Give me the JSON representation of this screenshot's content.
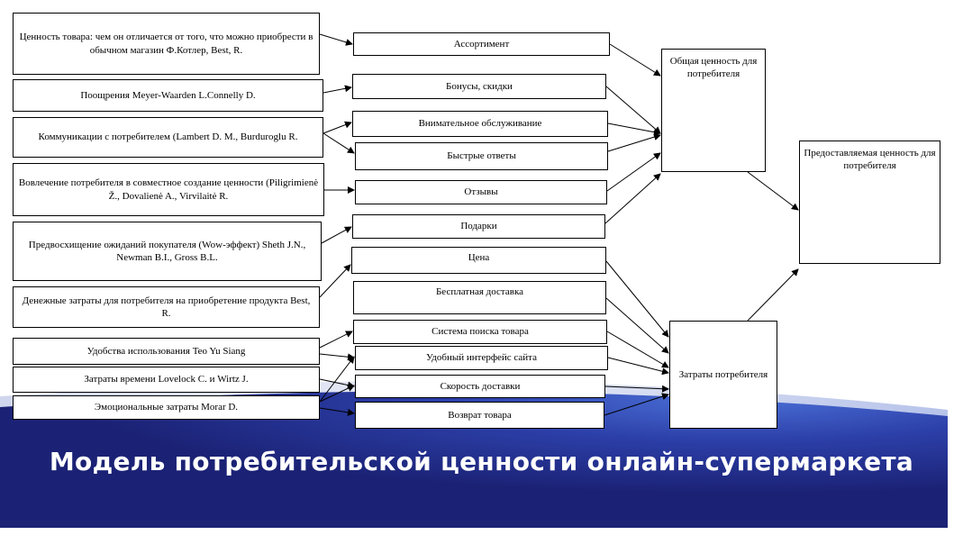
{
  "sources": [
    {
      "id": "s1",
      "text": "Ценность товара: чем он отличается от того, что можно приобрести в обычном магазин Ф.Котлер, Best, R."
    },
    {
      "id": "s2",
      "text": "Поощрения Meyer-Waarden L.Connelly D."
    },
    {
      "id": "s3",
      "text": "Коммуникации с потребителем (Lambert D. M., Burduroglu R."
    },
    {
      "id": "s4",
      "text": "Вовлечение потребителя в совместное создание ценности (Piligrimienė Ž., Dovalienė A., Virvilaitė R."
    },
    {
      "id": "s5",
      "text": "Предвосхищение ожиданий покупателя (Wow-эффект) Sheth J.N., Newman B.I., Gross B.L."
    },
    {
      "id": "s6",
      "text": "Денежные затраты для потребителя на приобретение продукта Best, R."
    },
    {
      "id": "s7",
      "text": "Удобства использования Teo Yu Siang"
    },
    {
      "id": "s8",
      "text": "Затраты времени Lovelock C. и Wirtz J."
    },
    {
      "id": "s9",
      "text": "Эмоциональные затраты Morar D."
    }
  ],
  "factors": [
    {
      "id": "f1",
      "text": "Ассортимент"
    },
    {
      "id": "f2",
      "text": "Бонусы, скидки"
    },
    {
      "id": "f3",
      "text": "Внимательное обслуживание"
    },
    {
      "id": "f4",
      "text": "Быстрые ответы"
    },
    {
      "id": "f5",
      "text": "Отзывы"
    },
    {
      "id": "f6",
      "text": "Подарки"
    },
    {
      "id": "f7",
      "text": "Цена"
    },
    {
      "id": "f8",
      "text": "Бесплатная доставка"
    },
    {
      "id": "f9",
      "text": "Система поиска товара"
    },
    {
      "id": "f10",
      "text": "Удобный интерфейс сайта"
    },
    {
      "id": "f11",
      "text": "Скорость доставки"
    },
    {
      "id": "f12",
      "text": "Возврат товара"
    }
  ],
  "aggregates": {
    "total_value": "Общая ценность для потребителя",
    "costs": "Затраты потребителя"
  },
  "result": "Предоставляемая ценность для потребителя",
  "edges": [
    [
      "s1",
      "f1"
    ],
    [
      "s2",
      "f2"
    ],
    [
      "s3",
      "f3"
    ],
    [
      "s3",
      "f4"
    ],
    [
      "s4",
      "f5"
    ],
    [
      "s5",
      "f6"
    ],
    [
      "s6",
      "f7"
    ],
    [
      "s7",
      "f9"
    ],
    [
      "s7",
      "f10"
    ],
    [
      "s8",
      "f11"
    ],
    [
      "s9",
      "f10"
    ],
    [
      "s9",
      "f11"
    ],
    [
      "s9",
      "f12"
    ],
    [
      "f1",
      "total_value"
    ],
    [
      "f2",
      "total_value"
    ],
    [
      "f3",
      "total_value"
    ],
    [
      "f4",
      "total_value"
    ],
    [
      "f5",
      "total_value"
    ],
    [
      "f6",
      "total_value"
    ],
    [
      "f7",
      "costs"
    ],
    [
      "f8",
      "costs"
    ],
    [
      "f9",
      "costs"
    ],
    [
      "f10",
      "costs"
    ],
    [
      "f11",
      "costs"
    ],
    [
      "f12",
      "costs"
    ],
    [
      "total_value",
      "result"
    ],
    [
      "costs",
      "result"
    ]
  ],
  "title": "Модель потребительской ценности онлайн-супермаркета",
  "colors": {
    "banner": "#1e2f8f",
    "banner_dark": "#1a2466",
    "title_text": "#ffffff"
  }
}
